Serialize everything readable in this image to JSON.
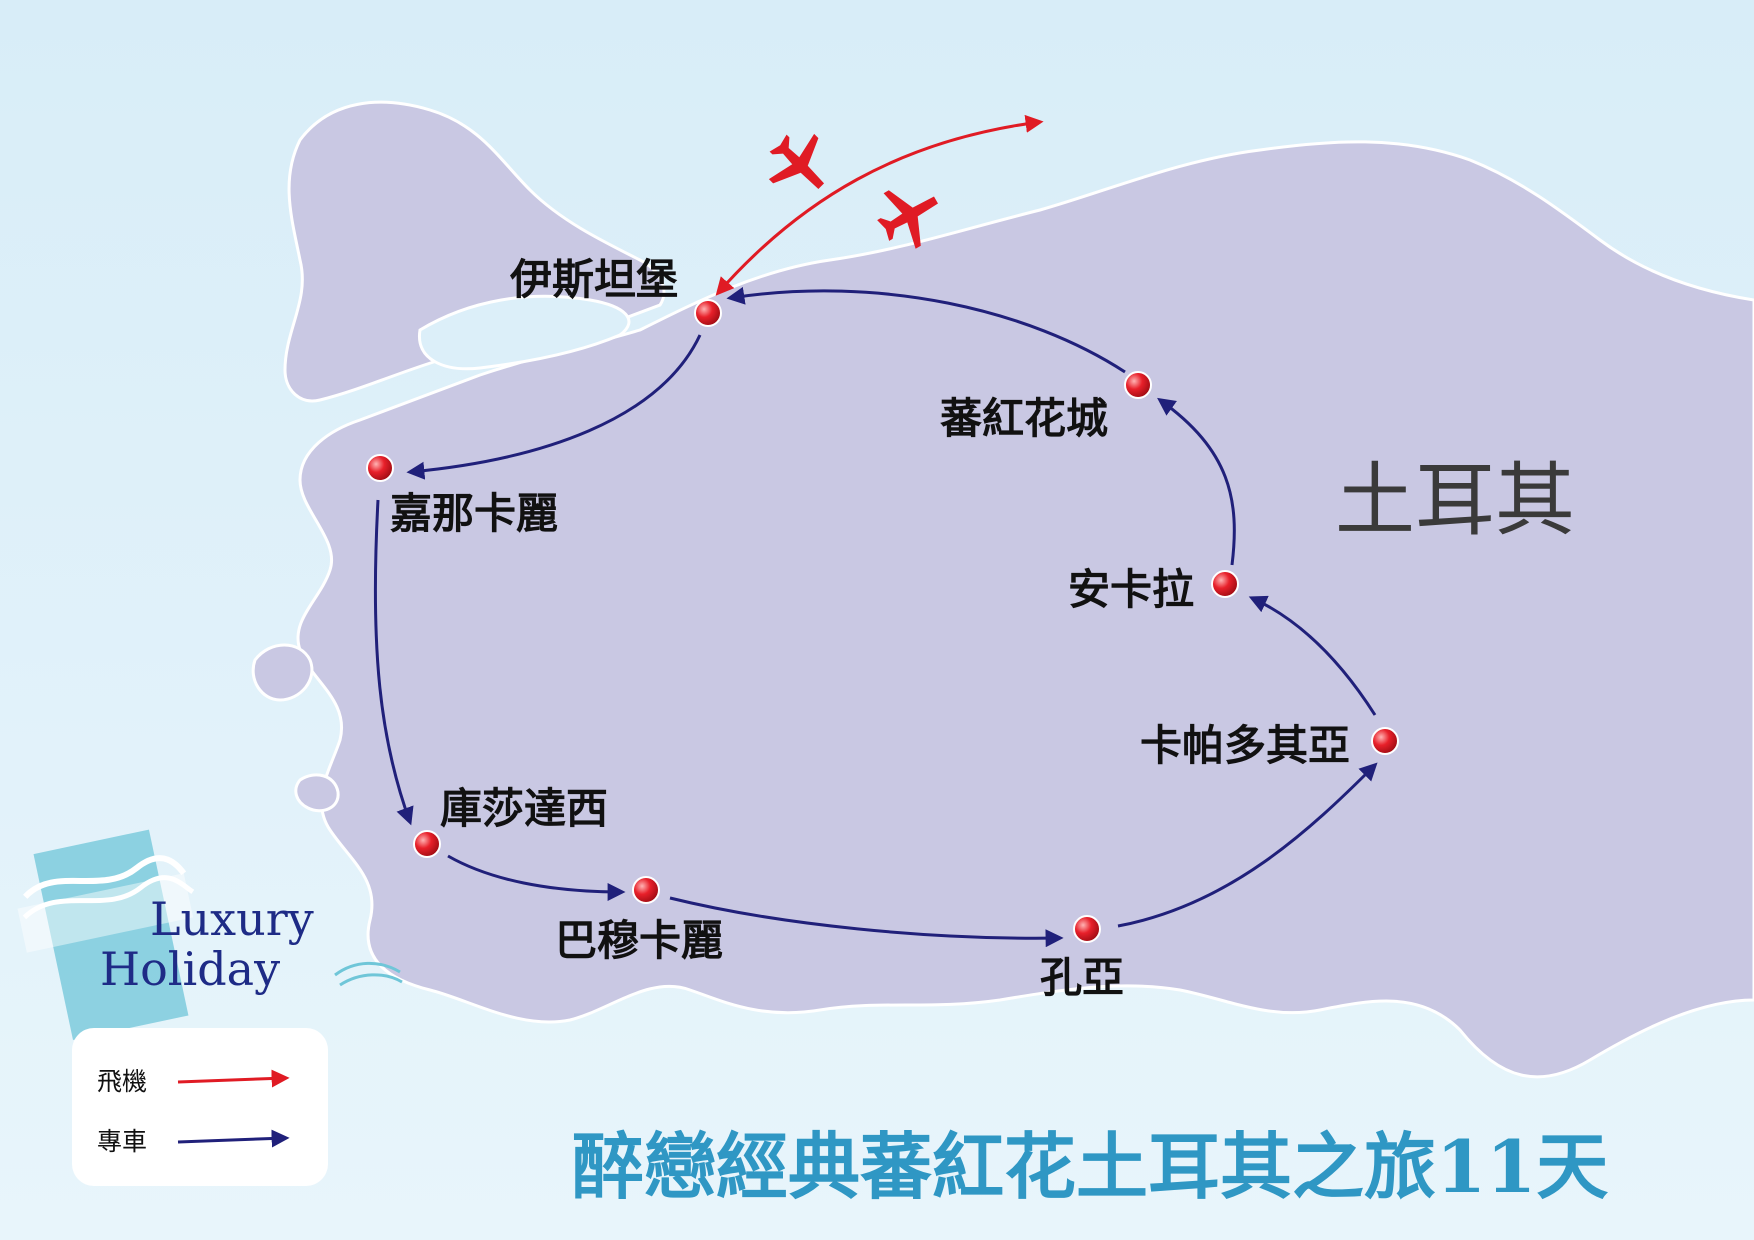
{
  "map": {
    "country_label": "土耳其",
    "cities": [
      {
        "id": "istanbul",
        "name": "伊斯坦堡"
      },
      {
        "id": "canakkale",
        "name": "嘉那卡麗"
      },
      {
        "id": "kusadasi",
        "name": "庫莎達西"
      },
      {
        "id": "pamukkale",
        "name": "巴穆卡麗"
      },
      {
        "id": "konya",
        "name": "孔亞"
      },
      {
        "id": "cappadocia",
        "name": "卡帕多其亞"
      },
      {
        "id": "ankara",
        "name": "安卡拉"
      },
      {
        "id": "safranbolu",
        "name": "蕃紅花城"
      }
    ],
    "route": [
      {
        "from": "istanbul",
        "to": "canakkale",
        "mode": "bus"
      },
      {
        "from": "canakkale",
        "to": "kusadasi",
        "mode": "bus"
      },
      {
        "from": "kusadasi",
        "to": "pamukkale",
        "mode": "bus"
      },
      {
        "from": "pamukkale",
        "to": "konya",
        "mode": "bus"
      },
      {
        "from": "konya",
        "to": "cappadocia",
        "mode": "bus"
      },
      {
        "from": "cappadocia",
        "to": "ankara",
        "mode": "bus"
      },
      {
        "from": "ankara",
        "to": "safranbolu",
        "mode": "bus"
      },
      {
        "from": "safranbolu",
        "to": "istanbul",
        "mode": "bus"
      },
      {
        "from": "istanbul",
        "to": "abroad",
        "mode": "flight"
      }
    ]
  },
  "legend": {
    "flight_label": "飛機",
    "bus_label": "專車"
  },
  "logo": {
    "line1": "Luxury",
    "line2": "Holiday"
  },
  "title": "醉戀經典蕃紅花土耳其之旅11天",
  "colors": {
    "sea": "#dceff9",
    "land": "#c9c8e3",
    "bus_route": "#20207a",
    "flight_route": "#e01b24",
    "title": "#2f97c4",
    "city_dot": "#e01b24"
  }
}
